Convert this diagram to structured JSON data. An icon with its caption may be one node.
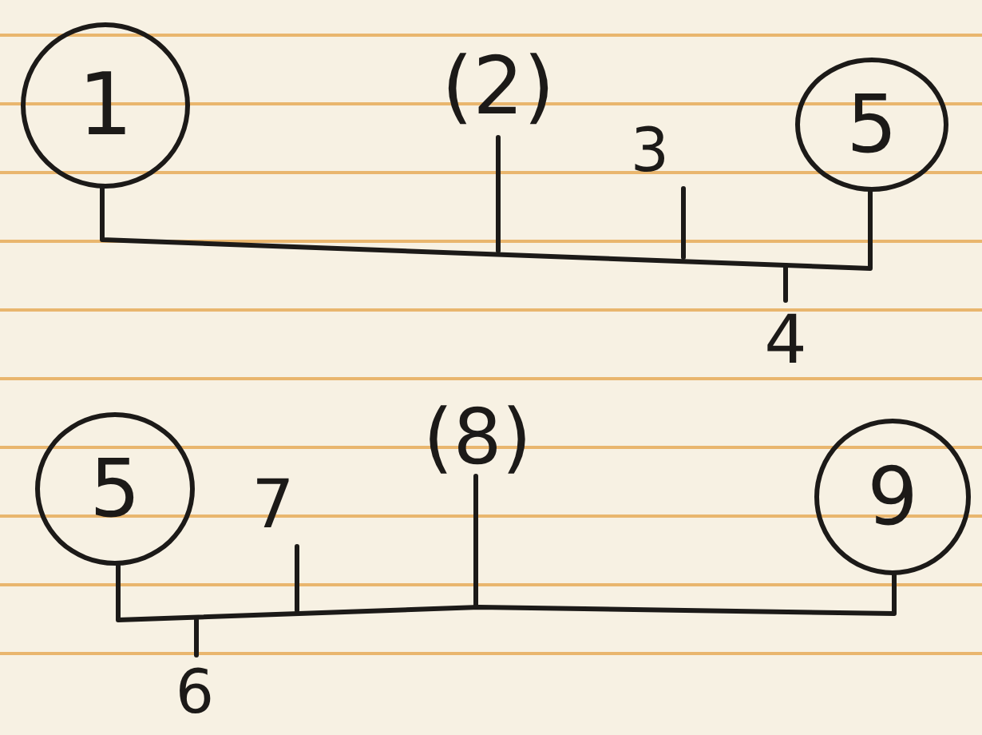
{
  "diagram": {
    "nodes": [
      {
        "text": [
          "1"
        ]
      },
      {
        "text": [
          "(2)"
        ]
      },
      {
        "text": [
          "3"
        ]
      },
      {
        "text": [
          "5"
        ]
      },
      {
        "text": [
          "4"
        ]
      },
      {
        "text": [
          "5"
        ]
      },
      {
        "text": [
          "7"
        ]
      },
      {
        "text": [
          "(8)"
        ]
      },
      {
        "text": [
          "9"
        ]
      },
      {
        "text": [
          "6"
        ]
      }
    ],
    "edges": [
      {
        "from": 0,
        "to": 3,
        "arrow": "none"
      },
      {
        "from": 1,
        "to": null,
        "arrow": "none"
      },
      {
        "from": 2,
        "to": null,
        "arrow": "none"
      },
      {
        "from": 4,
        "to": null,
        "arrow": "none"
      },
      {
        "from": 5,
        "to": 8,
        "arrow": "none"
      },
      {
        "from": 6,
        "to": null,
        "arrow": "none"
      },
      {
        "from": 7,
        "to": null,
        "arrow": "none"
      },
      {
        "from": 9,
        "to": null,
        "arrow": "none"
      }
    ]
  }
}
